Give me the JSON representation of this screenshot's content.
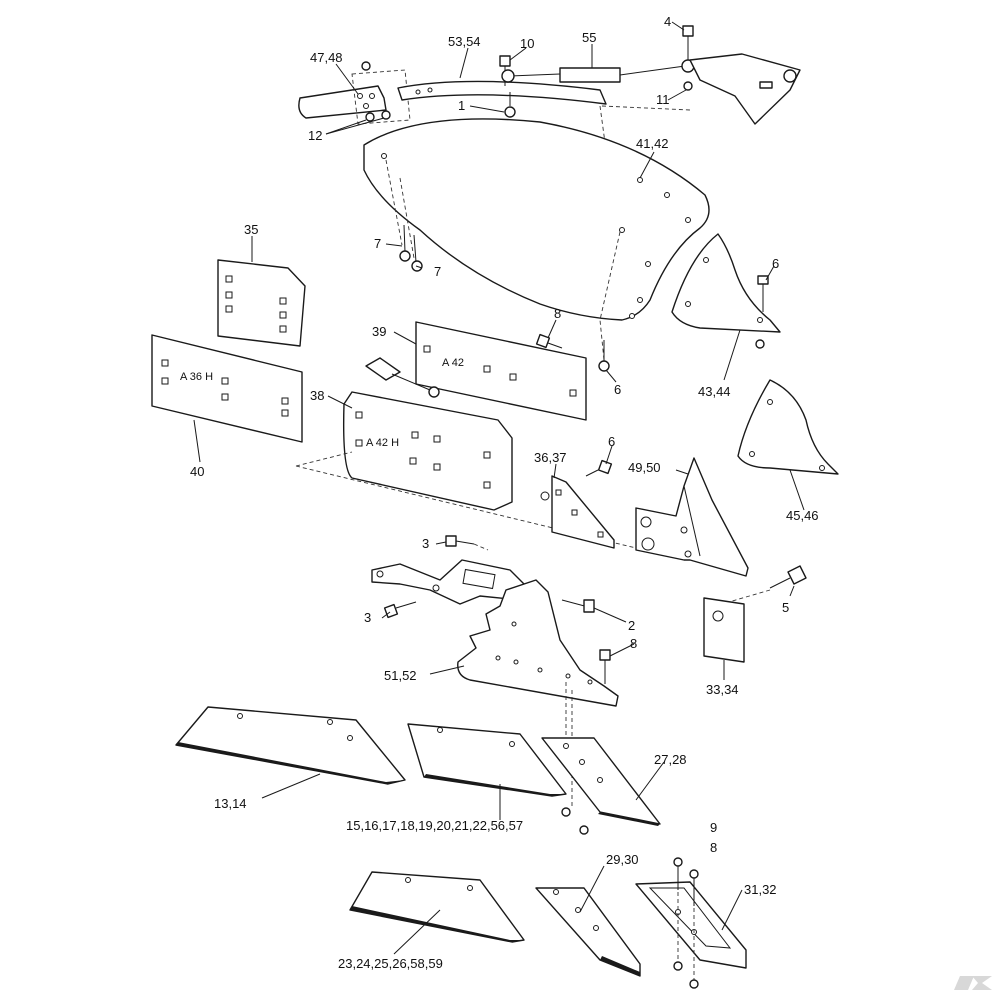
{
  "labels": {
    "l1": "1",
    "l2": "2",
    "l3a": "3",
    "l3b": "3",
    "l4": "4",
    "l5": "5",
    "l6a": "6",
    "l6b": "6",
    "l6c": "6",
    "l7a": "7",
    "l7b": "7",
    "l8a": "8",
    "l8b": "8",
    "l8c": "8",
    "l9": "9",
    "l10": "10",
    "l11": "11",
    "l12": "12",
    "l13_14": "13,14",
    "l15_57": "15,16,17,18,19,20,21,22,56,57",
    "l23_59": "23,24,25,26,58,59",
    "l27_28": "27,28",
    "l29_30": "29,30",
    "l31_32": "31,32",
    "l33_34": "33,34",
    "l35": "35",
    "l36_37": "36,37",
    "l38": "38",
    "l39": "39",
    "l40": "40",
    "l41_42": "41,42",
    "l43_44": "43,44",
    "l45_46": "45,46",
    "l47_48": "47,48",
    "l49_50": "49,50",
    "l51_52": "51,52",
    "l53_54": "53,54",
    "l55": "55"
  },
  "plate_marks": {
    "a36h": "A 36 H",
    "a42": "A 42",
    "a42h": "A 42 H"
  },
  "logo_icon": "brand-k-icon"
}
